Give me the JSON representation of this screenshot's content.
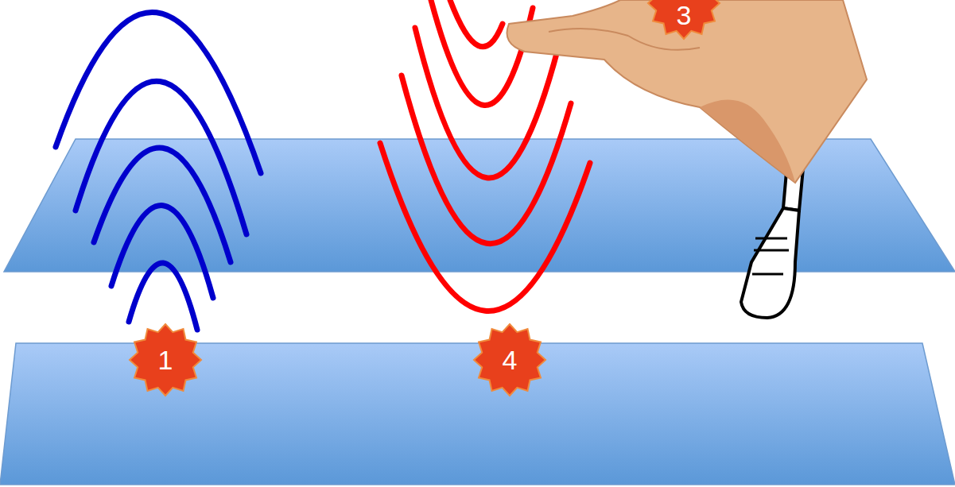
{
  "diagram": {
    "labels": [
      "3",
      "1",
      "4"
    ]
  }
}
